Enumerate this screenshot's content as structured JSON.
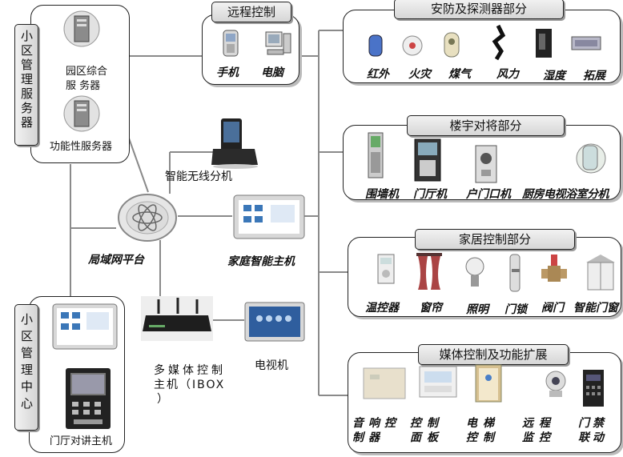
{
  "community_server": {
    "title": "小区管理服务器",
    "items": [
      "园区综合",
      "服 务器",
      "功能性服务器"
    ]
  },
  "remote": {
    "title": "远程控制",
    "items": [
      "手机",
      "电脑"
    ]
  },
  "security": {
    "title": "安防及探测器部分",
    "items": [
      "红外",
      "火灾",
      "煤气",
      "风力",
      "湿度",
      "拓展"
    ]
  },
  "intercom": {
    "title": "楼宇对将部分",
    "items": [
      "围墙机",
      "门厅机",
      "户门口机",
      "厨房电视浴室分机"
    ]
  },
  "home_control": {
    "title": "家居控制部分",
    "items": [
      "温控器",
      "窗帘",
      "照明",
      "门锁",
      "阀门",
      "智能门窗"
    ]
  },
  "media": {
    "title": "媒体控制及功能扩展",
    "items": [
      "音响控制器",
      "控制面板",
      "电梯控制",
      "远程监控",
      "门禁联动"
    ]
  },
  "center": {
    "wireless": "智能无线分机",
    "lan": "局域网平台",
    "host": "家庭智能主机",
    "ibox": [
      "多媒体控制",
      "主机（IBOX",
      "）"
    ],
    "tv": "电视机"
  },
  "mgmt_center": {
    "title": "小区管理中心",
    "door_host": "门厅对讲主机"
  },
  "colors": {
    "line": "#888888",
    "title_bg": "#dcdcdc",
    "screen_blue": "#3b77b8"
  }
}
